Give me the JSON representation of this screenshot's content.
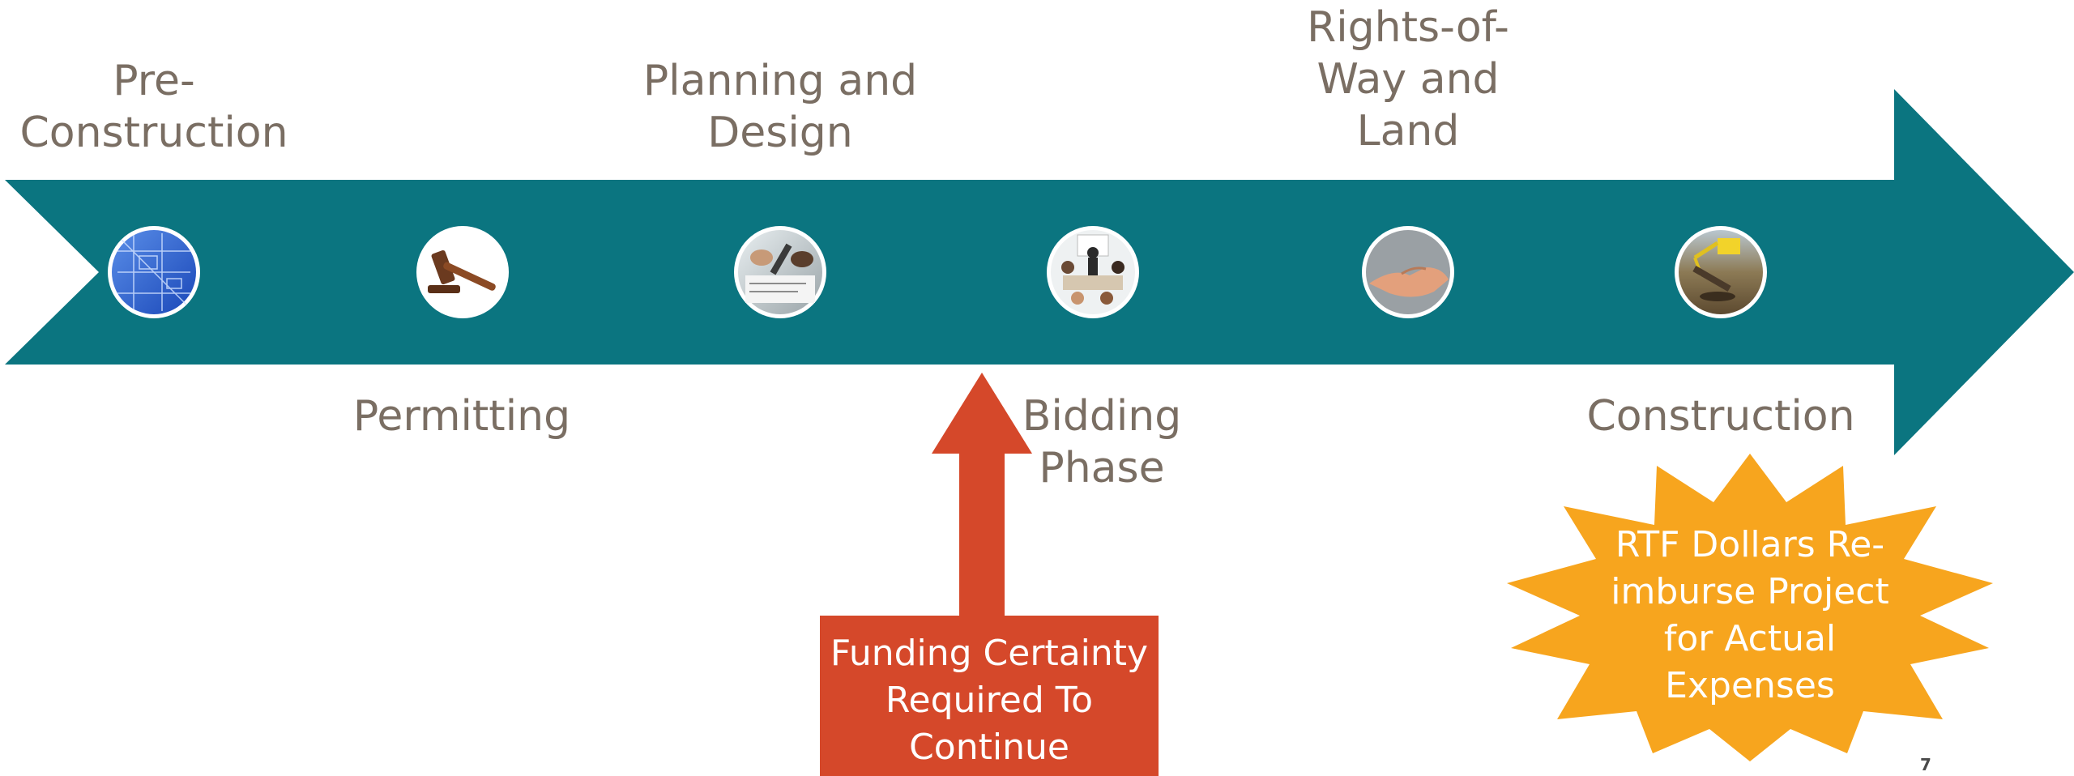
{
  "colors": {
    "arrow": "#0b7580",
    "callout": "#d5482a",
    "starburst": "#f7a51e",
    "label": "#7a6e63"
  },
  "stages": [
    {
      "label": "Pre-\nConstruction",
      "icon": "blueprint-icon"
    },
    {
      "label": "Permitting",
      "icon": "gavel-icon"
    },
    {
      "label": "Planning and\nDesign",
      "icon": "planning-meeting-icon"
    },
    {
      "label": "Bidding\nPhase",
      "icon": "presentation-meeting-icon"
    },
    {
      "label": "Rights-of-\nWay and\nLand",
      "icon": "handshake-icon"
    },
    {
      "label": "Construction",
      "icon": "excavator-icon"
    }
  ],
  "callout": {
    "text": "Funding Certainty\nRequired To\nContinue"
  },
  "starburst": {
    "text": "RTF Dollars Re-\nimburse Project\nfor Actual\nExpenses"
  },
  "page_number": "7"
}
